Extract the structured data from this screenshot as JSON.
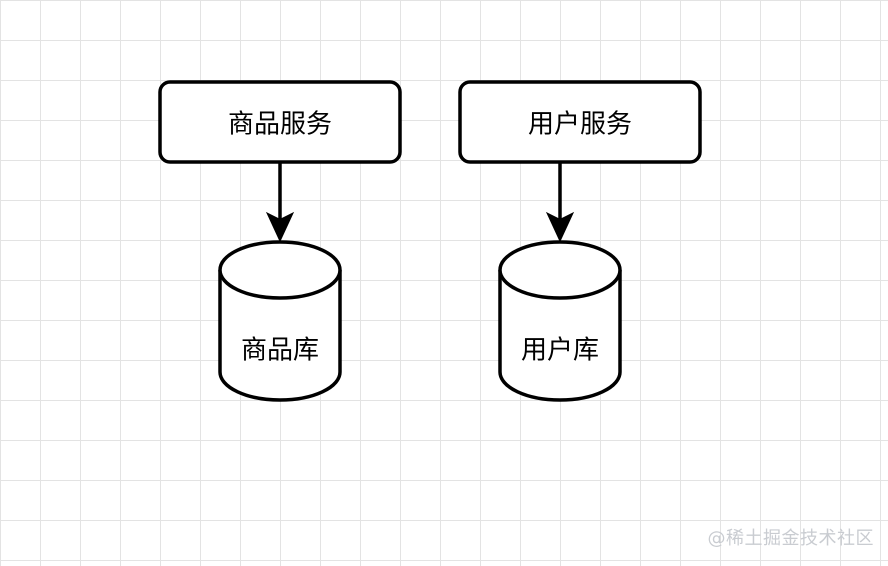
{
  "diagram": {
    "services": [
      {
        "label": "商品服务"
      },
      {
        "label": "用户服务"
      }
    ],
    "databases": [
      {
        "label": "商品库"
      },
      {
        "label": "用户库"
      }
    ],
    "colors": {
      "stroke": "#000000",
      "fill": "#ffffff",
      "grid": "#e3e3e3",
      "watermark": "#c9ccd1"
    }
  },
  "watermark": {
    "text": "@稀土掘金技术社区"
  }
}
